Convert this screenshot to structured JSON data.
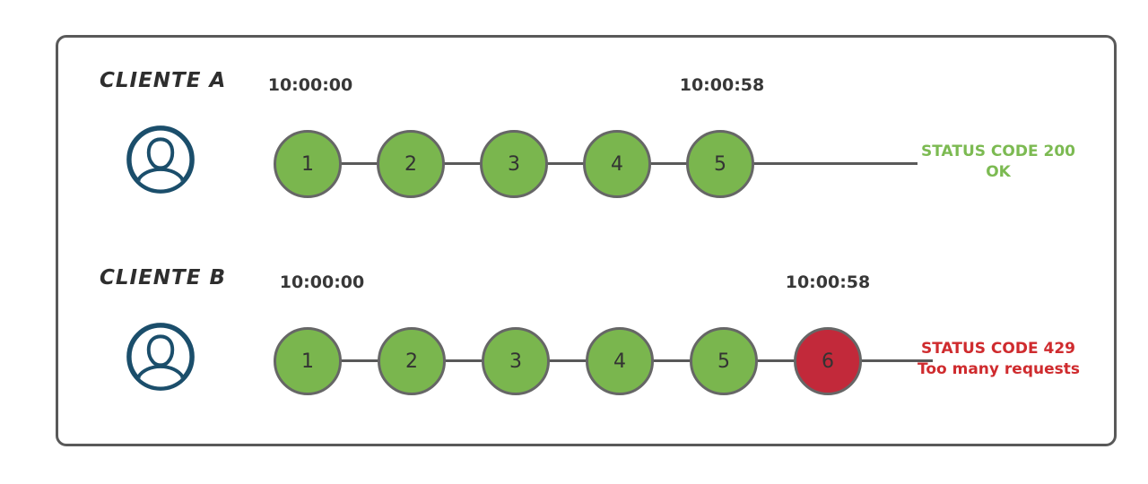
{
  "frame": {
    "border_color": "#595959"
  },
  "colors": {
    "request_ok_fill": "#7ab64e",
    "request_blocked_fill": "#c2293a",
    "circle_border": "#666666",
    "timeline_line": "#595959",
    "user_icon_blue": "#1b4e6b",
    "timestamp_text": "#373737",
    "success_text": "#7cba52",
    "error_text": "#cf2b2e"
  },
  "rows": [
    {
      "client_label": "CLIENTE A",
      "start_time": "10:00:00",
      "end_time": "10:00:58",
      "requests": [
        {
          "n": "1",
          "state": "ok"
        },
        {
          "n": "2",
          "state": "ok"
        },
        {
          "n": "3",
          "state": "ok"
        },
        {
          "n": "4",
          "state": "ok"
        },
        {
          "n": "5",
          "state": "ok"
        }
      ],
      "status": {
        "line1": "STATUS CODE 200",
        "line2": "OK",
        "type": "success"
      }
    },
    {
      "client_label": "CLIENTE B",
      "start_time": "10:00:00",
      "end_time": "10:00:58",
      "requests": [
        {
          "n": "1",
          "state": "ok"
        },
        {
          "n": "2",
          "state": "ok"
        },
        {
          "n": "3",
          "state": "ok"
        },
        {
          "n": "4",
          "state": "ok"
        },
        {
          "n": "5",
          "state": "ok"
        },
        {
          "n": "6",
          "state": "blocked"
        }
      ],
      "status": {
        "line1": "STATUS CODE 429",
        "line2": "Too many requests",
        "type": "error"
      }
    }
  ]
}
